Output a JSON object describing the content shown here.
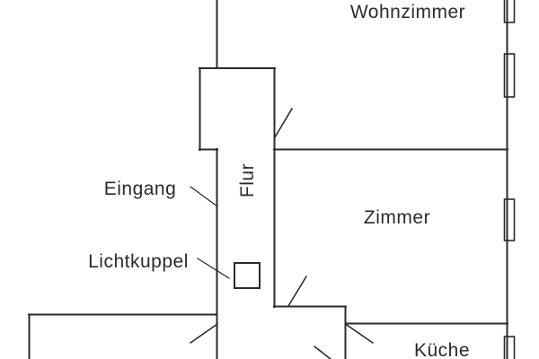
{
  "labels": {
    "wohnzimmer": "Wohnzimmer",
    "zimmer": "Zimmer",
    "kueche": "Küche",
    "flur": "Flur",
    "eingang": "Eingang",
    "lichtkuppel": "Lichtkuppel"
  },
  "symbols": {
    "lichtkuppel_symbol": "square-outline",
    "window_symbol": "wall-rect",
    "door_symbol": "diagonal-leaf"
  },
  "colors": {
    "line": "#2b2b2b",
    "background": "#ffffff"
  }
}
